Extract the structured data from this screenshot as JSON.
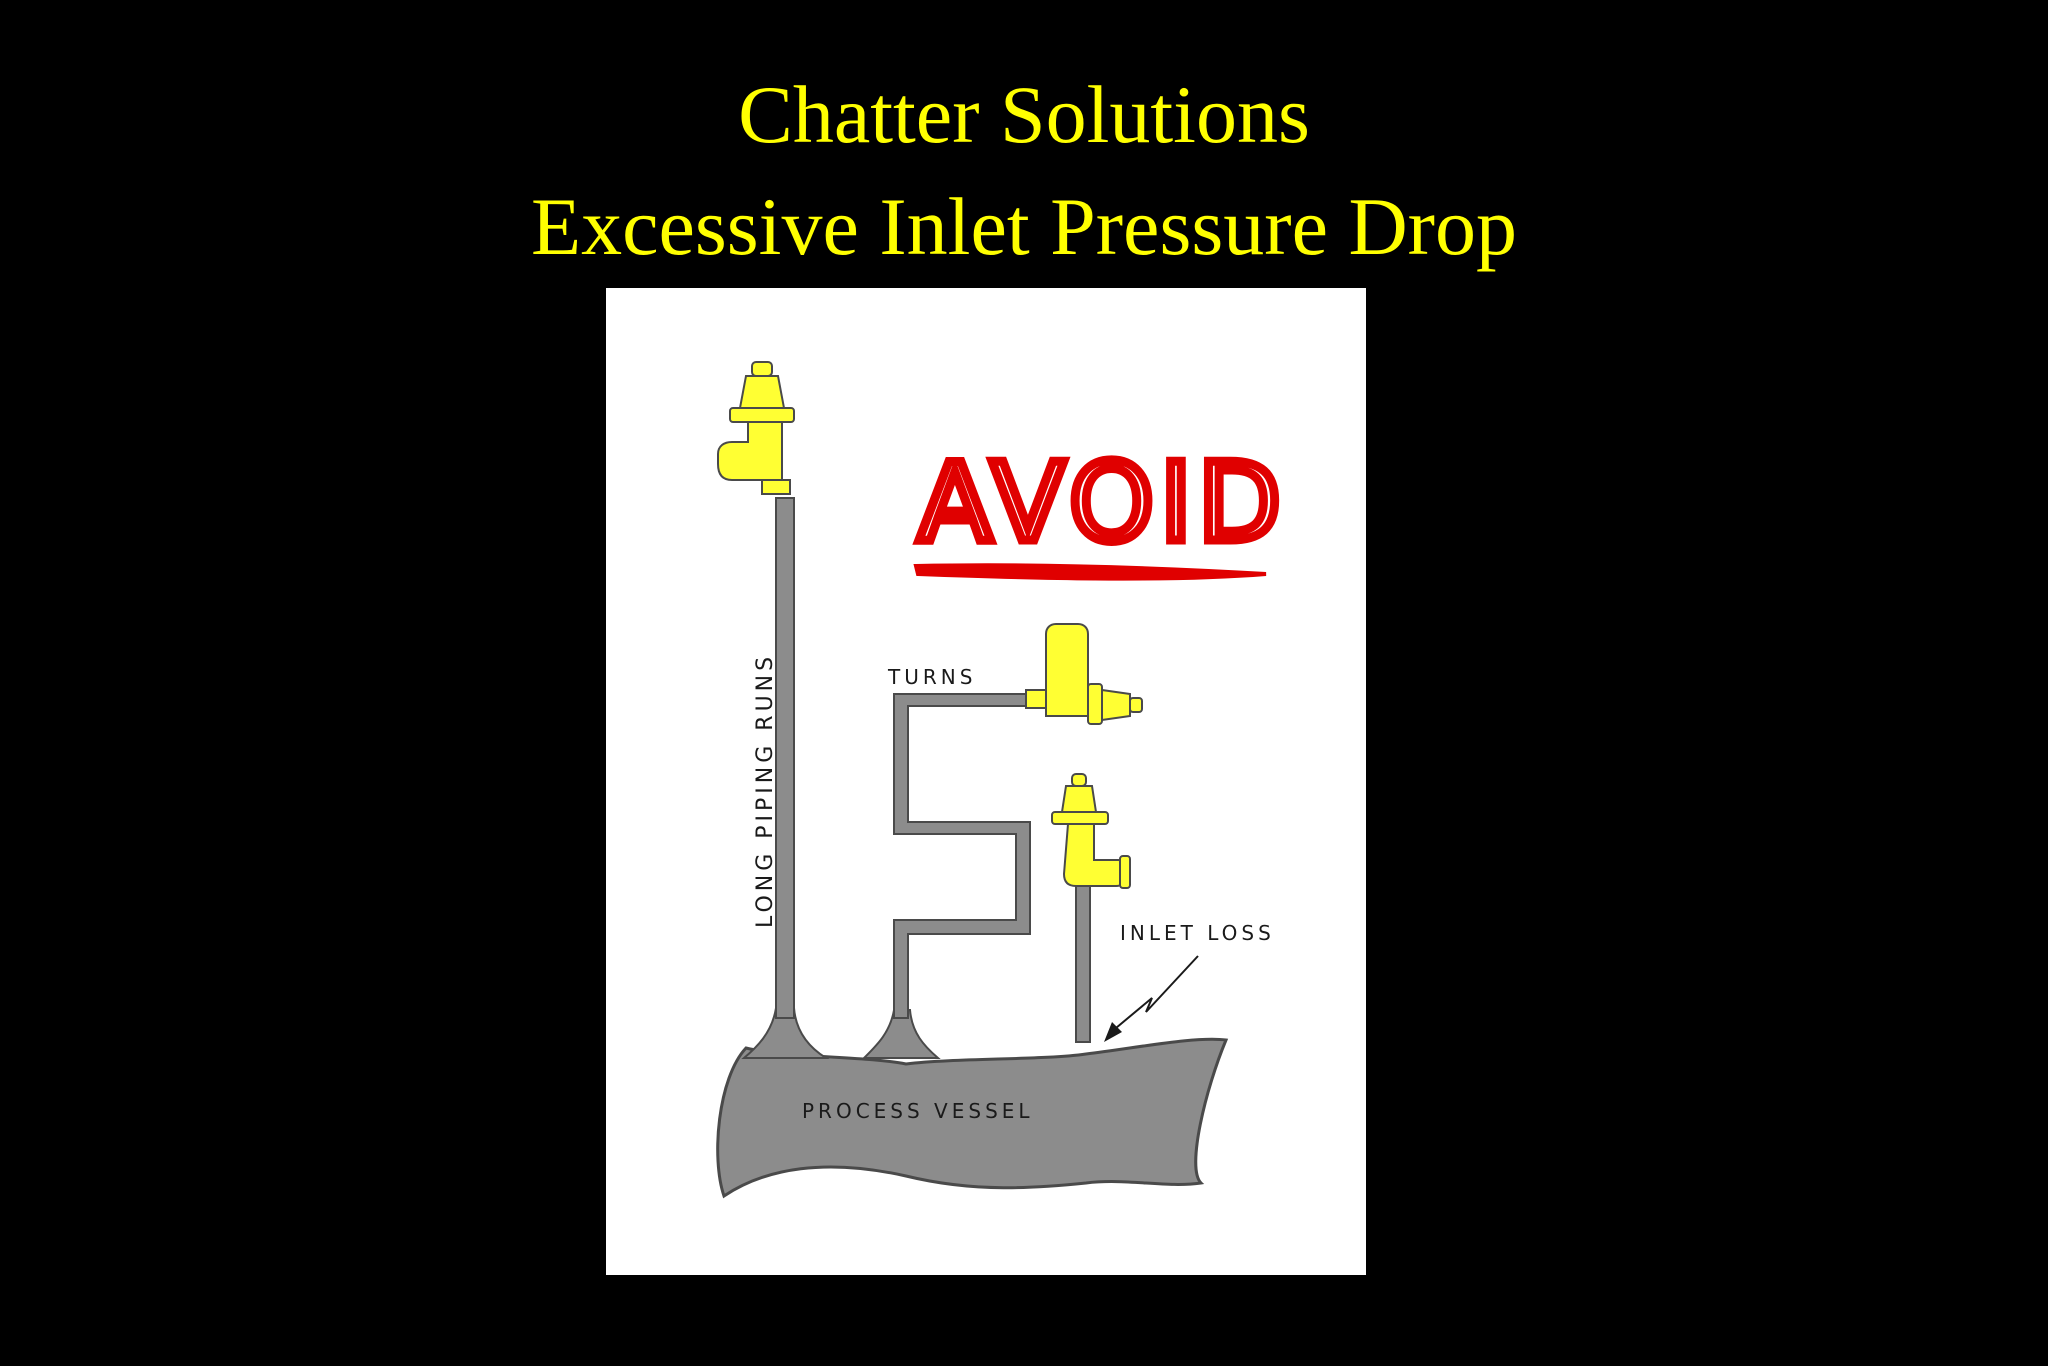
{
  "slide": {
    "title_line1": "Chatter Solutions",
    "title_line2": "Excessive Inlet Pressure Drop"
  },
  "diagram": {
    "avoid": "AVOID",
    "label_long_piping": "LONG PIPING RUNS",
    "label_turns": "TURNS",
    "label_inlet_loss": "INLET LOSS",
    "label_vessel": "PROCESS VESSEL"
  },
  "colors": {
    "background": "#000000",
    "title": "#ffff00",
    "avoid": "#e00000",
    "valve": "#ffff33",
    "pipe": "#8c8c8c"
  }
}
